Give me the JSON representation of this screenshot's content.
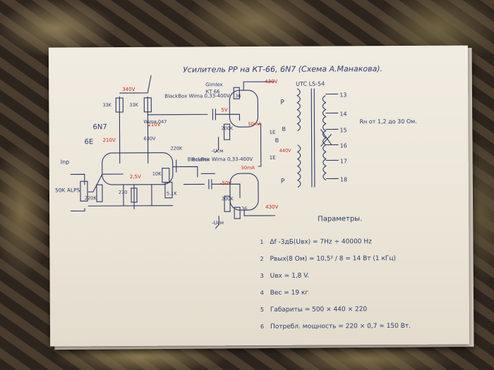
{
  "title": "Усилитель PP на КТ-66, 6N7 (Схема А.Манакова).",
  "schematic": {
    "tube_driver": "6N7",
    "tube_driver_alt": "6E",
    "input_label": "Inp",
    "pot": "50K ALPS",
    "resistors": [
      "33K",
      "33K",
      "220K",
      "220K",
      "270",
      "10K",
      "5,1K",
      "200K",
      "200K",
      "36",
      "36"
    ],
    "voltages_red": [
      "340V",
      "210V",
      "210V",
      "2,5V",
      "430V",
      "5V",
      "50mA",
      "50mA",
      "-50V",
      "430V",
      "440V"
    ],
    "caps": [
      "BlackBox Wima 0,33-400V",
      "BlackBox Wima 0,33-400V"
    ],
    "misc": [
      "Bourns",
      "Gimlex",
      "КТ 66",
      "Wima 047",
      "630V",
      "-Uсм",
      "-Uсм",
      "1E",
      "1E",
      "P",
      "P",
      "B",
      "B"
    ],
    "output_transformer": "UTC LS-54",
    "taps": [
      "13",
      "14",
      "15",
      "16",
      "17",
      "18"
    ],
    "load_note": "Rн от 1,2 до 30 Ом."
  },
  "params_title": "Параметры.",
  "params": [
    {
      "n": "1",
      "text": "Δf -3дБ(Uвх) = 7Hz ÷ 40000 Hz"
    },
    {
      "n": "2",
      "text": "Pвых(8 Ом) = 10,5² / 8 = 14 Вт (1 кГц)"
    },
    {
      "n": "3",
      "text": "Uвх = 1,8 V."
    },
    {
      "n": "4",
      "text": "Вес = 19 кг"
    },
    {
      "n": "5",
      "text": "Габариты = 500 × 440 × 220"
    },
    {
      "n": "6",
      "text": "Потребл. мощность = 220 × 0,7 ≈ 150 Вт."
    }
  ],
  "colors": {
    "ink": "#2c3a6e",
    "red": "#c8281e",
    "paper": "#efe9df"
  }
}
